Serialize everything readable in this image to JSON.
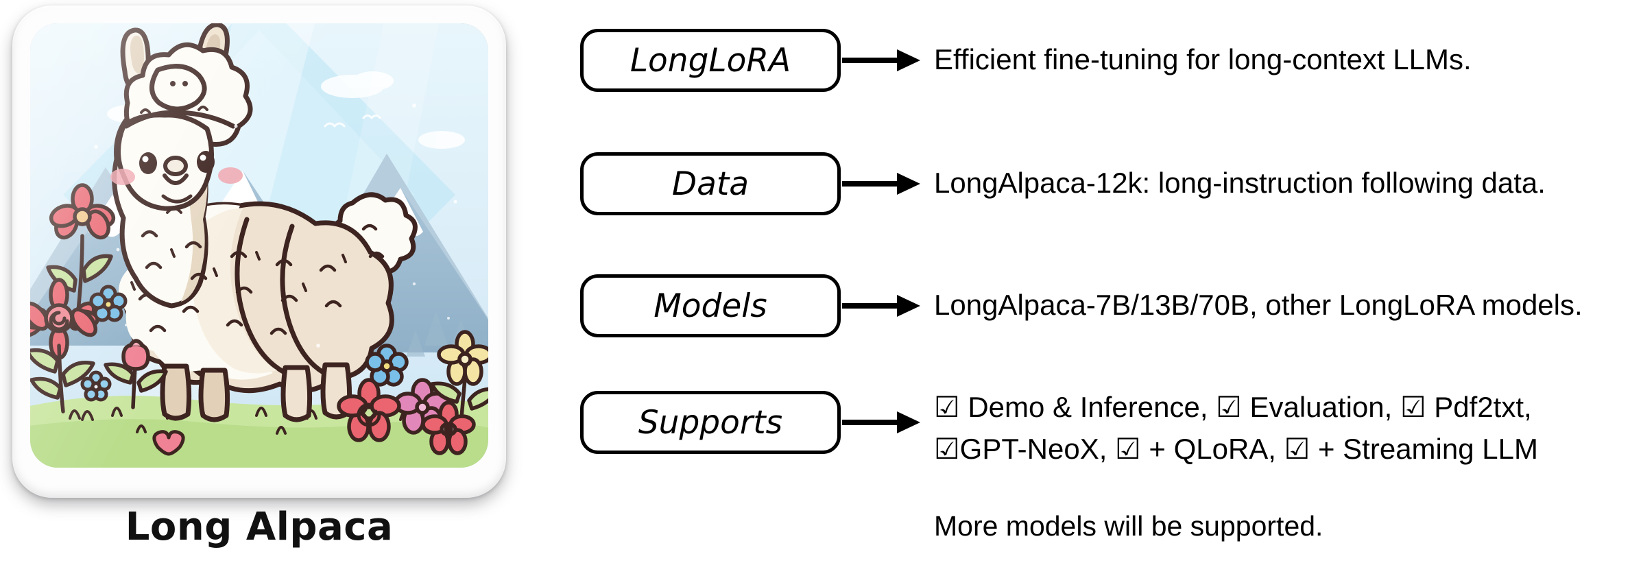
{
  "illustration": {
    "caption": "Long Alpaca",
    "alt_name": "alpaca-illustration",
    "colors": {
      "sky": "#d8ecf7",
      "sky_light": "#eaf7fd",
      "mountain": "#9fbdd2",
      "mountain_dark": "#8aabc3",
      "snow": "#ffffff",
      "grass": "#c6e39b",
      "grass_dark": "#aed47f",
      "fleece": "#fdfbf5",
      "fleece_shade": "#e2d3c0",
      "outline": "#3d2420",
      "cheek": "#f0a3ad",
      "flower_red": "#ea6570",
      "flower_pink": "#e287b9",
      "flower_blue": "#79bfe8",
      "flower_yellow": "#f4e5a4",
      "leaf": "#c9e3a0"
    }
  },
  "flow": {
    "rows": [
      {
        "node": "LongLoRA",
        "arrow": "arrow-right-icon",
        "description": "Efficient fine-tuning for long-context LLMs.",
        "lines": [
          "Efficient fine-tuning for long-context LLMs."
        ]
      },
      {
        "node": "Data",
        "arrow": "arrow-right-icon",
        "description": "LongAlpaca-12k: long-instruction following data.",
        "lines": [
          "LongAlpaca-12k: long-instruction following data."
        ]
      },
      {
        "node": "Models",
        "arrow": "arrow-right-icon",
        "description": "LongAlpaca-7B/13B/70B, other LongLoRA models.",
        "lines": [
          "LongAlpaca-7B/13B/70B, other LongLoRA models."
        ]
      },
      {
        "node": "Supports",
        "arrow": "arrow-right-icon",
        "description": "☑ Demo & Inference, ☑ Evaluation, ☑ Pdf2txt, ☑GPT-NeoX, ☑ + QLoRA, ☑ + Streaming LLM",
        "lines": [
          "☑ Demo & Inference, ☑ Evaluation, ☑ Pdf2txt,",
          "☑GPT-NeoX, ☑ + QLoRA, ☑ + Streaming LLM"
        ]
      }
    ],
    "footnote": "More models will be supported."
  }
}
